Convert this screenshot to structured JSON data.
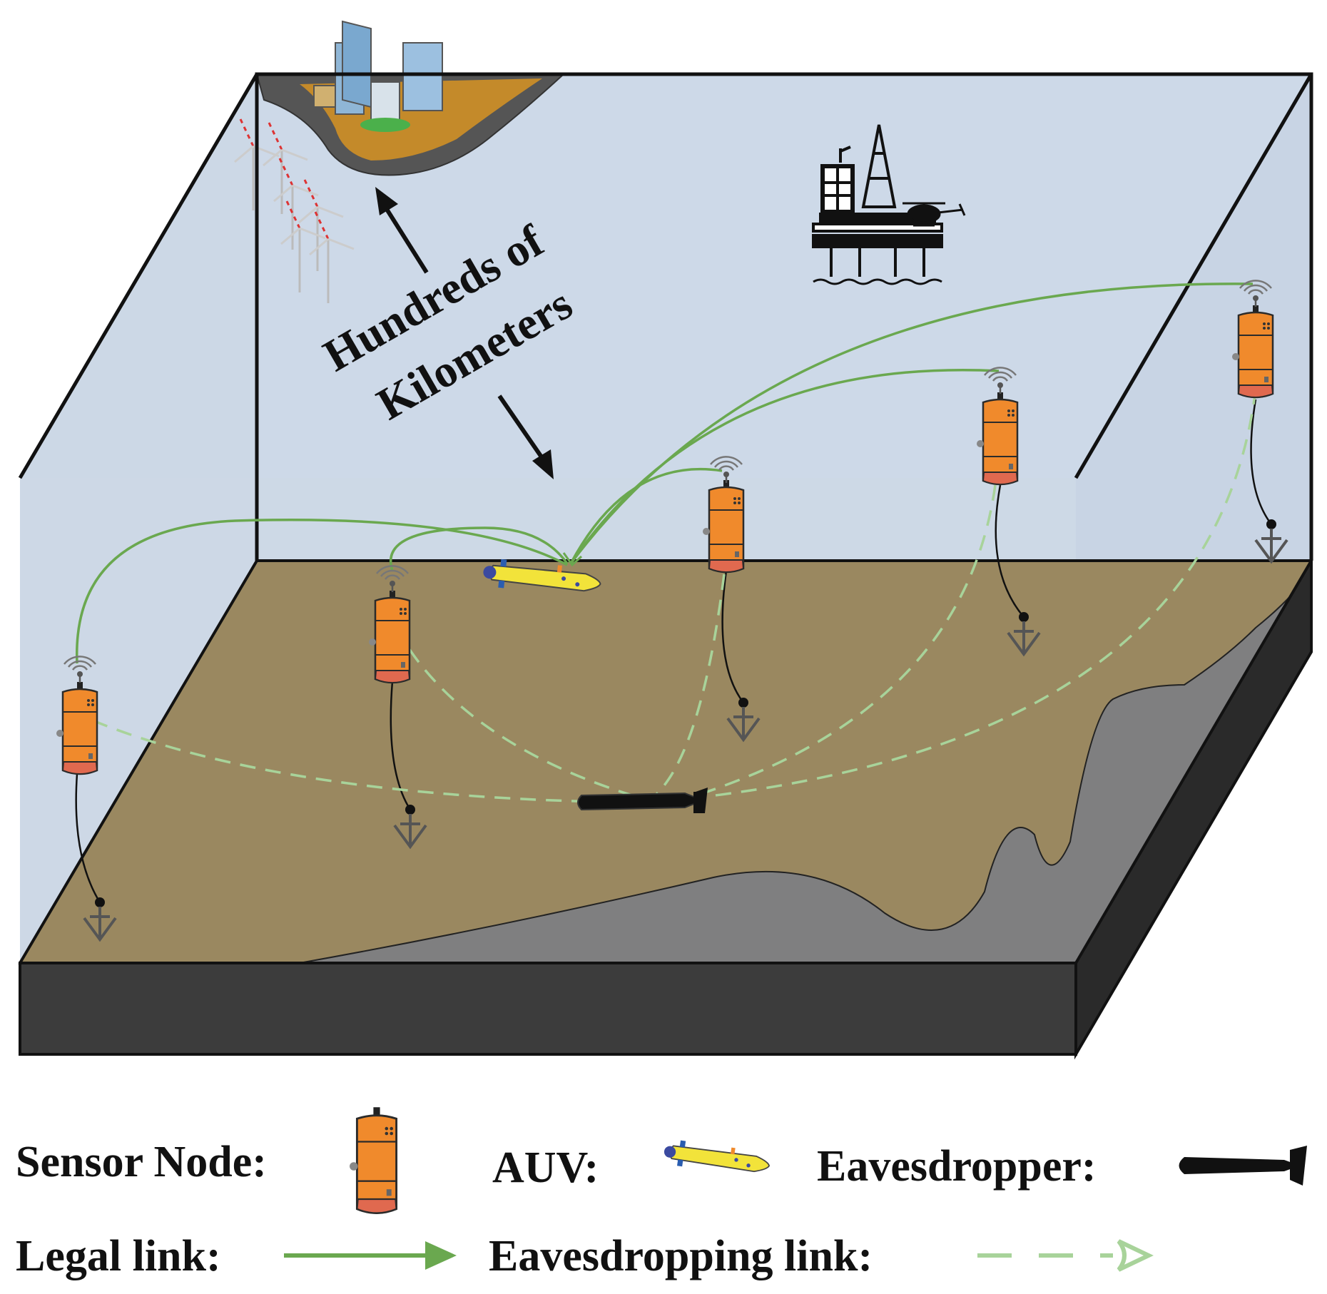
{
  "annotation": {
    "line1": "Hundreds of",
    "line2": "Kilometers"
  },
  "legend": {
    "sensor_node": "Sensor Node:",
    "auv": "AUV:",
    "eavesdropper": "Eavesdropper:",
    "legal_link": "Legal link:",
    "eavesdropping_link": "Eavesdropping link:"
  },
  "colors": {
    "water": "#cdd9e8",
    "seabed": "#9a8860",
    "rock": "#7f7f80",
    "base": "#3c3c3c",
    "sensor": "#f08a2c",
    "auv": "#f2e33a",
    "eavesdropper": "#111111",
    "legal_link": "#6aa84f",
    "eavesdropping_link": "#a8d39a",
    "land": "#c48a2a"
  },
  "icons": [
    "wind-turbine-icon",
    "city-buildings-icon",
    "oil-platform-icon",
    "helicopter-icon",
    "sensor-node-icon",
    "auv-icon",
    "eavesdropper-icon",
    "anchor-icon",
    "signal-waves-icon"
  ]
}
